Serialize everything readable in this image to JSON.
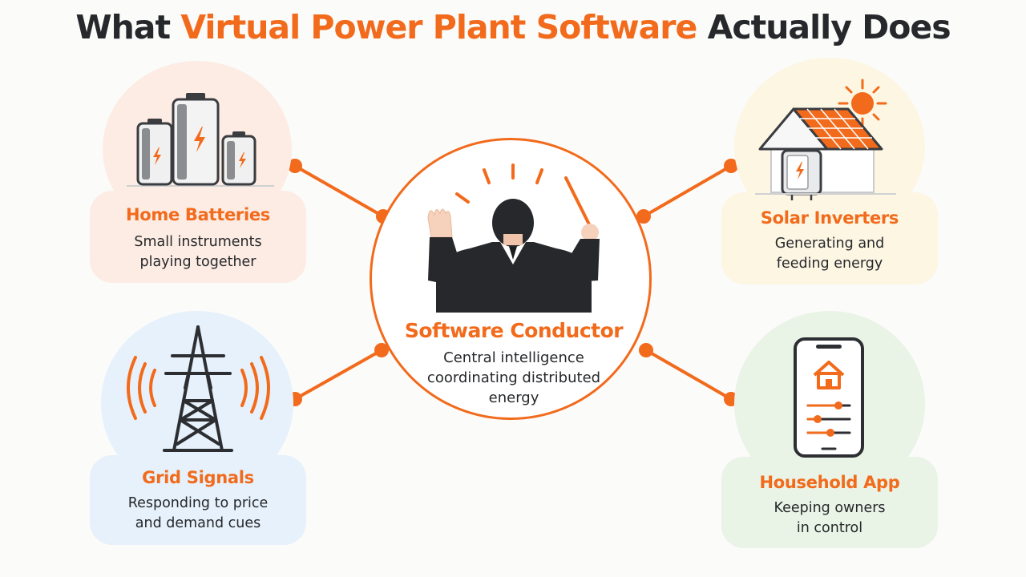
{
  "title": {
    "part1": "What ",
    "accent": "Virtual Power Plant Software",
    "part2": " Actually Does"
  },
  "center": {
    "label": "Software Conductor",
    "description": "Central intelligence coordinating distributed energy",
    "icon": "conductor-icon"
  },
  "nodes": [
    {
      "id": "home-batteries",
      "label": "Home Batteries",
      "description": "Small instruments playing together",
      "icon": "battery-icon",
      "tint": "#fdece4"
    },
    {
      "id": "solar-inverters",
      "label": "Solar Inverters",
      "description": "Generating and feeding energy",
      "icon": "solar-house-icon",
      "tint": "#fdf6e3"
    },
    {
      "id": "grid-signals",
      "label": "Grid Signals",
      "description": "Responding to price and demand cues",
      "icon": "transmission-tower-icon",
      "tint": "#e6f1fb"
    },
    {
      "id": "household-app",
      "label": "Household App",
      "description": "Keeping owners in control",
      "icon": "smartphone-app-icon",
      "tint": "#e9f3e6"
    }
  ],
  "colors": {
    "accent": "#f26a1b",
    "dark": "#26282b"
  }
}
